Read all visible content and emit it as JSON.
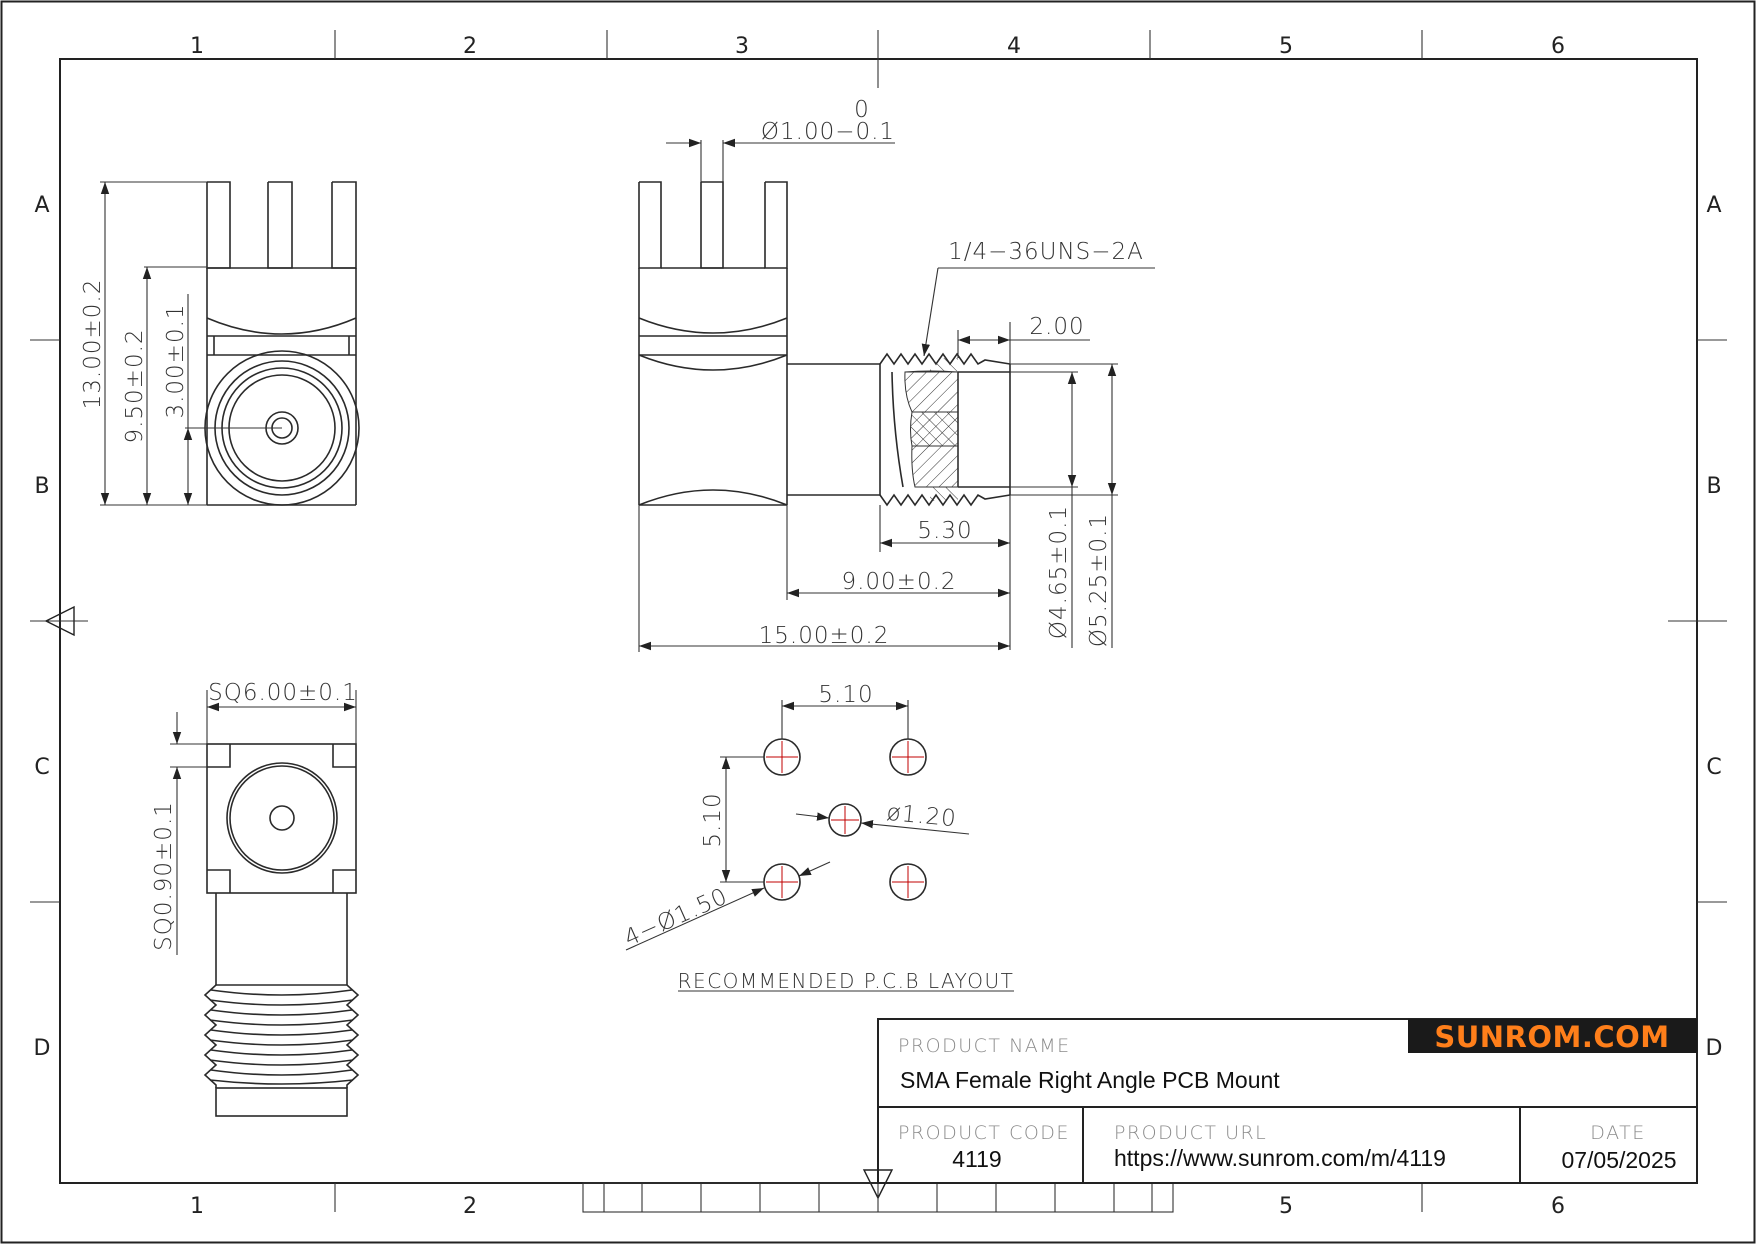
{
  "zones": {
    "columns": [
      "1",
      "2",
      "3",
      "4",
      "5",
      "6"
    ],
    "rows": [
      "A",
      "B",
      "C",
      "D"
    ]
  },
  "dimensions": {
    "pin_tol_upper": "0",
    "pin_diameter": "Ø1.00−0.1",
    "thread": "1/4−36UNS−2A",
    "d_2_00": "2.00",
    "d_5_30": "5.30",
    "d_9_00": "9.00±0.2",
    "d_15_00": "15.00±0.2",
    "d_4_65": "Ø4.65±0.1",
    "d_5_25": "Ø5.25±0.1",
    "d_13_00": "13.00±0.2",
    "d_9_50": "9.50±0.2",
    "d_3_00": "3.00±0.1",
    "sq_6_00": "SQ6.00±0.1",
    "sq_0_90": "SQ0.90±0.1",
    "pcb_5_10_h": "5.10",
    "pcb_5_10_v": "5.10",
    "hole_1_20": "ø1.20",
    "hole_1_50": "4−Ø1.50"
  },
  "pcb_layout_title": "RECOMMENDED P.C.B LAYOUT",
  "title_block": {
    "logo": "SUNROM.COM",
    "product_name_label": "PRODUCT NAME",
    "product_name": "SMA Female Right Angle PCB Mount",
    "product_code_label": "PRODUCT CODE",
    "product_code": "4119",
    "product_url_label": "PRODUCT URL",
    "product_url": "https://www.sunrom.com/m/4119",
    "date_label": "DATE",
    "date": "07/05/2025"
  },
  "colors": {
    "logo_text": "#ff7f1a",
    "logo_bg": "#1a1a1a",
    "center_mark": "#c00000"
  }
}
